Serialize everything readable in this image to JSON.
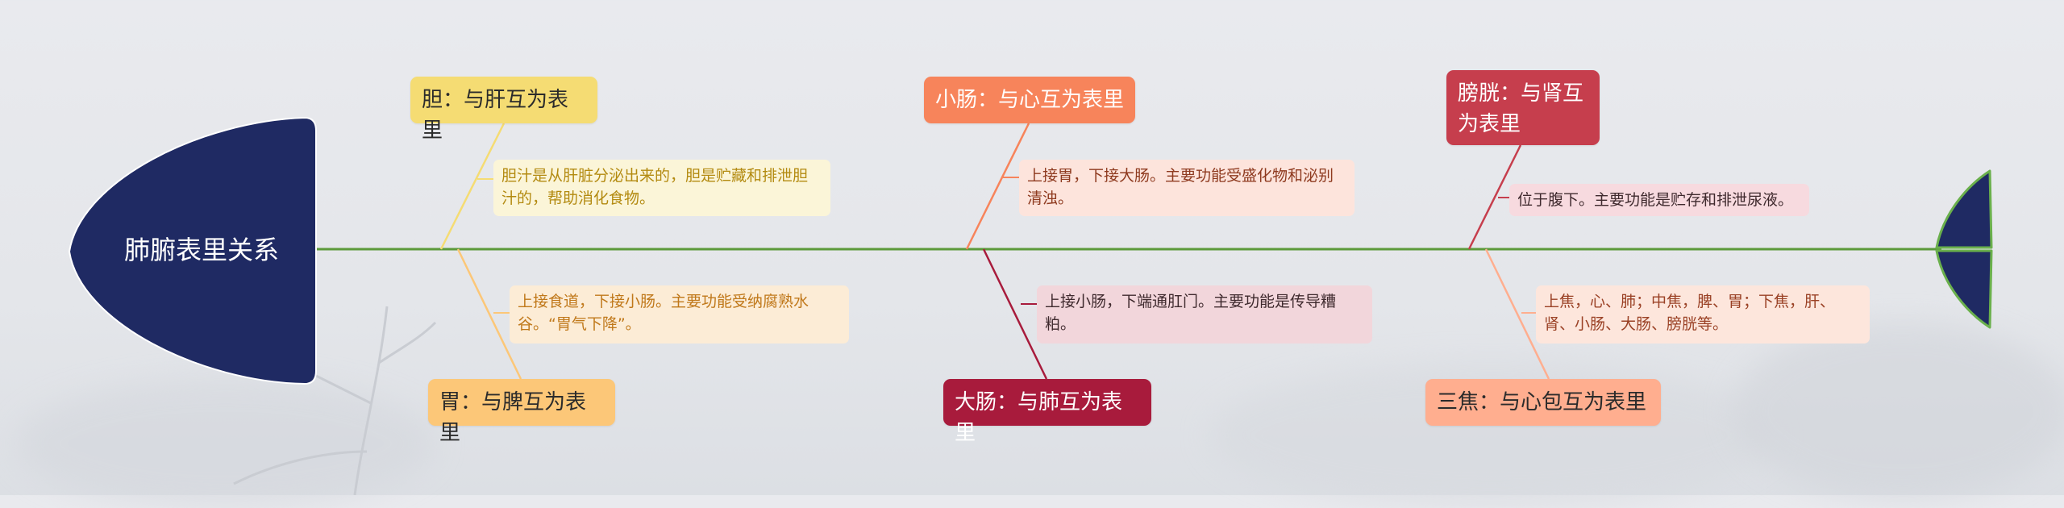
{
  "title": "肺腑表里关系",
  "topics": {
    "dan": "胆：与肝互为表里",
    "wei": "胃：与脾互为表里",
    "xiaochang": "小肠：与心互为表里",
    "dachang": "大肠：与肺互为表里",
    "pangguang": "膀胱：与肾互为表里",
    "sanjiao": "三焦：与心包互为表里"
  },
  "notes": {
    "dan": "胆汁是从肝脏分泌出来的，胆是贮藏和排泄胆汁的，帮助消化食物。",
    "wei": "上接食道，下接小肠。主要功能受纳腐熟水谷。“胃气下降”。",
    "xiaochang": "上接胃，下接大肠。主要功能受盛化物和泌别清浊。",
    "dachang": "上接小肠，下端通肛门。主要功能是传导糟粕。",
    "pangguang": "位于腹下。主要功能是贮存和排泄尿液。",
    "sanjiao": "上焦，心、肺；中焦，脾、胃；下焦，肝、肾、小肠、大肠、膀胱等。"
  },
  "colors": {
    "head": "#1f2a63",
    "spine": "#5c9a3a",
    "dan": "#f5dc73",
    "wei": "#fcc778",
    "xiaochang": "#f7845b",
    "dachang": "#a81b3c",
    "pangguang": "#c63e4d",
    "sanjiao": "#ffae8f"
  }
}
